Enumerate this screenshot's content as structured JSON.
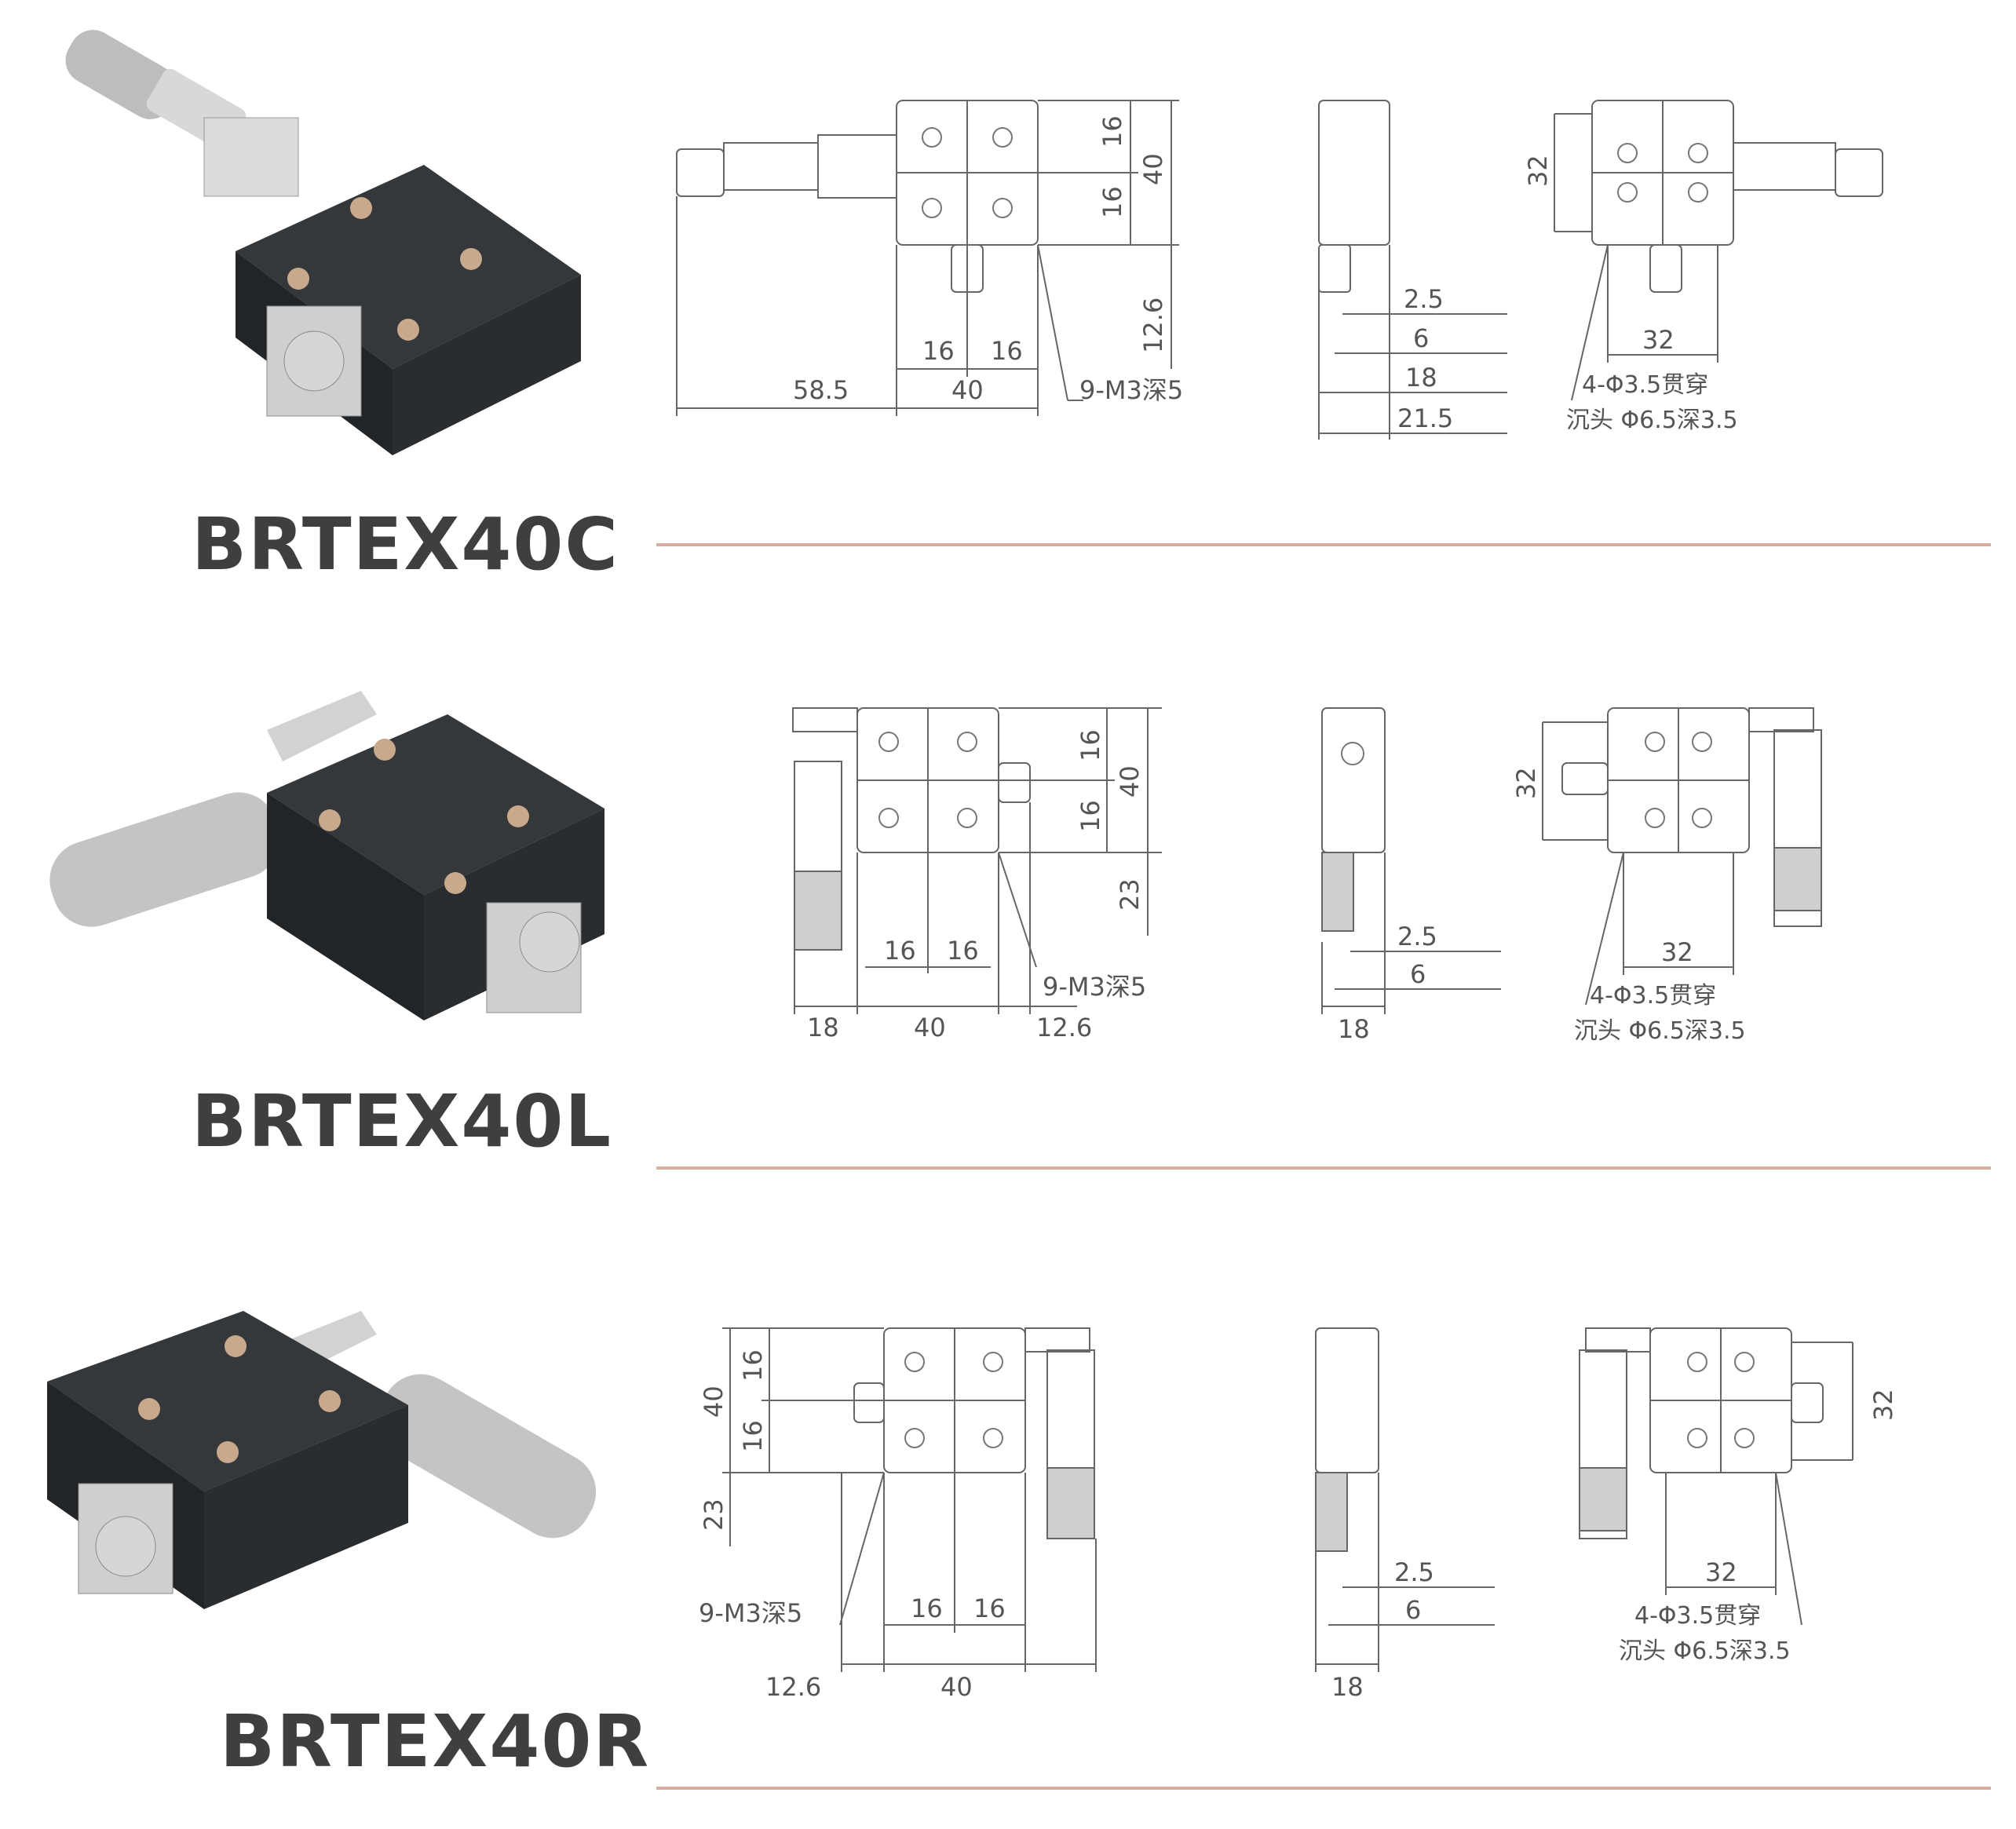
{
  "products": [
    {
      "model": "BRTEX40C",
      "front": {
        "d1": "58.5",
        "d2": "40",
        "d3": "16",
        "d4": "16",
        "v1": "16",
        "v2": "16",
        "v3": "40",
        "v4": "12.6",
        "hole": "9-M3深5"
      },
      "side": {
        "s1": "2.5",
        "s2": "6",
        "s3": "18",
        "s4": "21.5"
      },
      "rear": {
        "r1": "32",
        "r2": "32",
        "h1": "4-Φ3.5贯穿",
        "h2": "沉头 Φ6.5深3.5"
      }
    },
    {
      "model": "BRTEX40L",
      "front": {
        "d1": "18",
        "d2": "40",
        "d3": "16",
        "d4": "16",
        "d5": "12.6",
        "v1": "16",
        "v2": "16",
        "v3": "40",
        "v4": "23",
        "hole": "9-M3深5"
      },
      "side": {
        "s1": "2.5",
        "s2": "6",
        "s3": "18"
      },
      "rear": {
        "r1": "32",
        "r2": "32",
        "h1": "4-Φ3.5贯穿",
        "h2": "沉头 Φ6.5深3.5"
      }
    },
    {
      "model": "BRTEX40R",
      "front": {
        "d1": "12.6",
        "d2": "40",
        "d3": "16",
        "d4": "16",
        "v1": "16",
        "v2": "16",
        "v3": "40",
        "v4": "23",
        "hole": "9-M3深5"
      },
      "side": {
        "s1": "2.5",
        "s2": "6",
        "s3": "18"
      },
      "rear": {
        "r1": "32",
        "r2": "32",
        "h1": "4-Φ3.5贯穿",
        "h2": "沉头 Φ6.5深3.5"
      }
    }
  ],
  "colors": {
    "stage_top": "#2f3336",
    "stage_side": "#24272a",
    "steel": "#c8c8c8",
    "divider": "#d8aea0",
    "line": "#666666"
  }
}
